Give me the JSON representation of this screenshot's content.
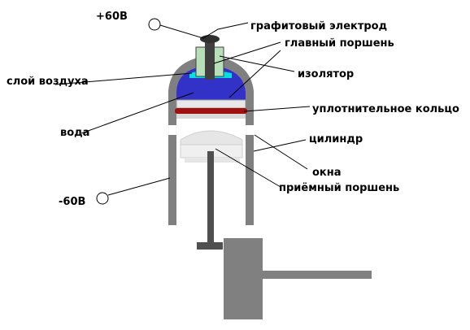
{
  "labels": {
    "plus_voltage": "+60В",
    "minus_voltage": "-60В",
    "graphite_electrode": "графитовый электрод",
    "main_piston": "главный поршень",
    "insulator": "изолятор",
    "air_layer": "слой воздуха",
    "sealing_ring": "уплотнительное кольцо",
    "water": "вода",
    "cylinder": "цилиндр",
    "windows": "окна",
    "receiving_piston": "приёмный поршень"
  },
  "colors": {
    "cylinder_wall": "#808080",
    "water": "#3232c8",
    "air": "#00e0e0",
    "sealing_ring": "#a01010",
    "piston_light": "#e0e0e0",
    "rod": "#505050"
  }
}
